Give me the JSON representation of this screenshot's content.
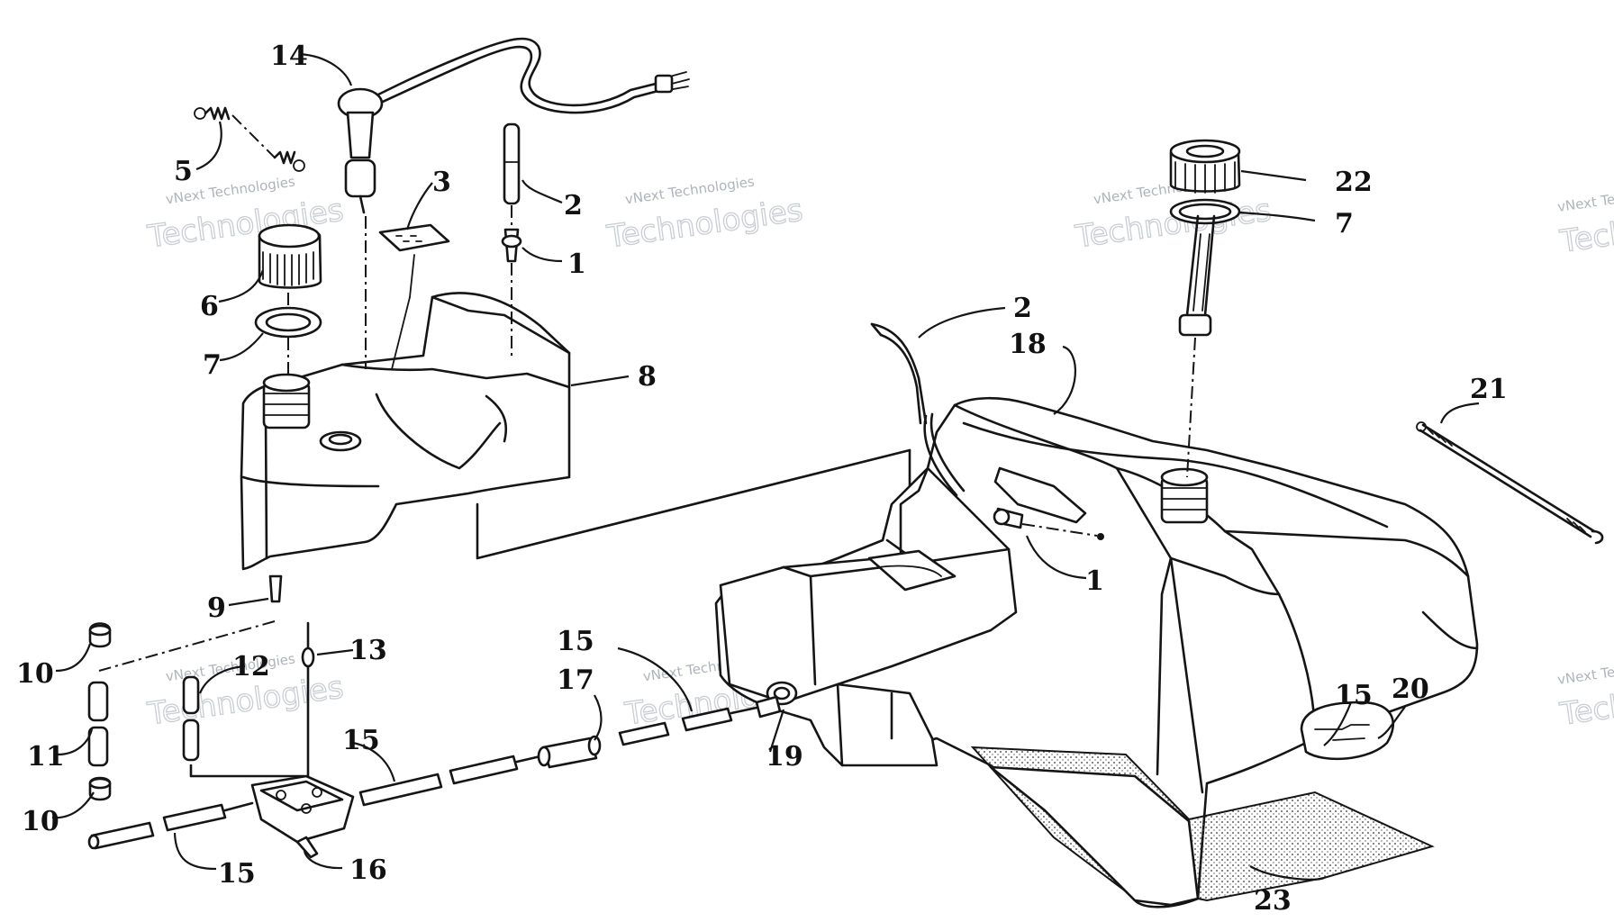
{
  "diagram": {
    "watermark": {
      "line1": "vNext Technologies",
      "line2": "Technologies",
      "edge1": "vNext Te",
      "edge2": "Techn"
    },
    "callouts": {
      "c14": "14",
      "c5": "5",
      "c3": "3",
      "c2a": "2",
      "c1a": "1",
      "c6": "6",
      "c7a": "7",
      "c8": "8",
      "c9": "9",
      "c22": "22",
      "c7b": "7",
      "c2b": "2",
      "c18": "18",
      "c21": "21",
      "c1b": "1",
      "c10a": "10",
      "c12": "12",
      "c13": "13",
      "c11": "11",
      "c10b": "10",
      "c15a": "15",
      "c17": "17",
      "c15b": "15",
      "c19": "19",
      "c15c": "15",
      "c16": "16",
      "c15d": "15",
      "c20": "20",
      "c23": "23"
    }
  }
}
